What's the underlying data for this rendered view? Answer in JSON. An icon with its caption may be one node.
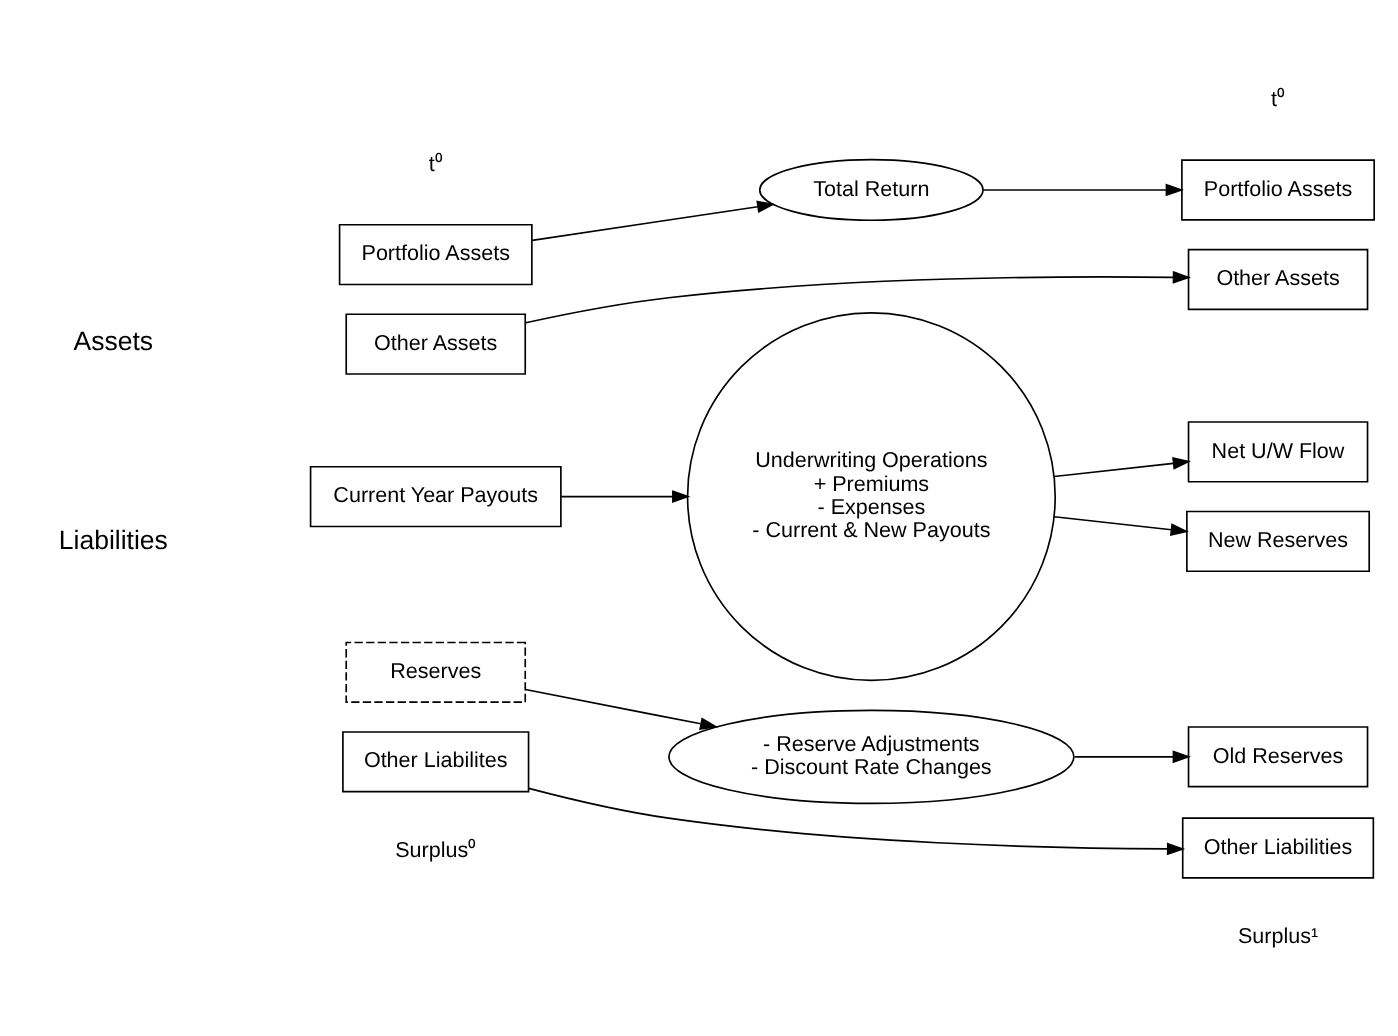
{
  "diagram": {
    "nodes": [
      {
        "text": [
          "Portfolio Assets"
        ]
      },
      {
        "text": [
          "Total Return"
        ]
      },
      {
        "text": [
          "Portfolio Assets"
        ]
      },
      {
        "text": [
          "Other Assets"
        ]
      },
      {
        "text": [
          "Other Assets"
        ]
      },
      {
        "text": [
          "Underwriting Operations",
          "+ Premiums",
          "- Expenses",
          "- Current & New Payouts"
        ]
      },
      {
        "text": [
          "Net U/W Flow"
        ]
      },
      {
        "text": [
          "Current Year Payouts"
        ]
      },
      {
        "text": [
          "Reserves"
        ]
      },
      {
        "text": [
          "New Reserves"
        ]
      },
      {
        "text": [
          "- Reserve Adjustments",
          "- Discount Rate Changes"
        ]
      },
      {
        "text": [
          "Old Reserves"
        ]
      },
      {
        "text": [
          "Other Liabilites"
        ]
      },
      {
        "text": [
          "Other Liabilities"
        ]
      }
    ],
    "edges": [
      {
        "from": 0,
        "to": 1,
        "arrow": "to"
      },
      {
        "from": 1,
        "to": 2,
        "arrow": "to"
      },
      {
        "from": 3,
        "to": 4,
        "arrow": "to"
      },
      {
        "from": 5,
        "to": 6,
        "arrow": "to"
      },
      {
        "from": 7,
        "to": 5,
        "arrow": "to"
      },
      {
        "from": 5,
        "to": 9,
        "arrow": "to"
      },
      {
        "from": 8,
        "to": 10,
        "arrow": "to"
      },
      {
        "from": 10,
        "to": 11,
        "arrow": "to"
      },
      {
        "from": 12,
        "to": 13,
        "arrow": "to"
      }
    ],
    "labels": [
      "t⁰",
      "t⁰",
      "Assets",
      "Liabilities",
      "Surplus⁰",
      "Surplus¹"
    ]
  }
}
